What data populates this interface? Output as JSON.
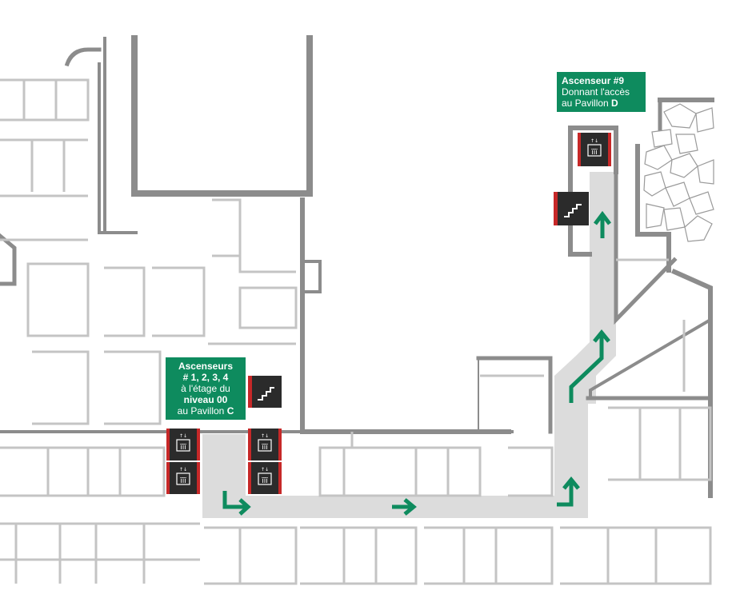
{
  "colors": {
    "wall": "#8c8c8c",
    "wall_light": "#c8c8c8",
    "corridor": "#dcdcdc",
    "route_arrow": "#0e8b5e",
    "label_bg": "#0e8b5e",
    "label_text": "#ffffff",
    "icon_bg": "#2b2b2b",
    "icon_accent": "#c62828"
  },
  "labels": {
    "pavillon_c": {
      "line1": "Ascenseurs",
      "line2": "# 1, 2, 3, 4",
      "line3": "à l'étage du",
      "line4": "niveau 00",
      "line5_prefix": "au Pavillon ",
      "line5_bold": "C"
    },
    "pavillon_d": {
      "line1": "Ascenseur #9",
      "line2": "Donnant l'accès",
      "line3_prefix": "au Pavillon ",
      "line3_bold": "D"
    }
  },
  "icons": {
    "elevator": "elevator-icon",
    "stairs": "stairs-icon",
    "arrow_up": "arrow-up-icon",
    "arrow_right": "arrow-right-icon",
    "turn_right": "turn-right-arrow-icon"
  }
}
